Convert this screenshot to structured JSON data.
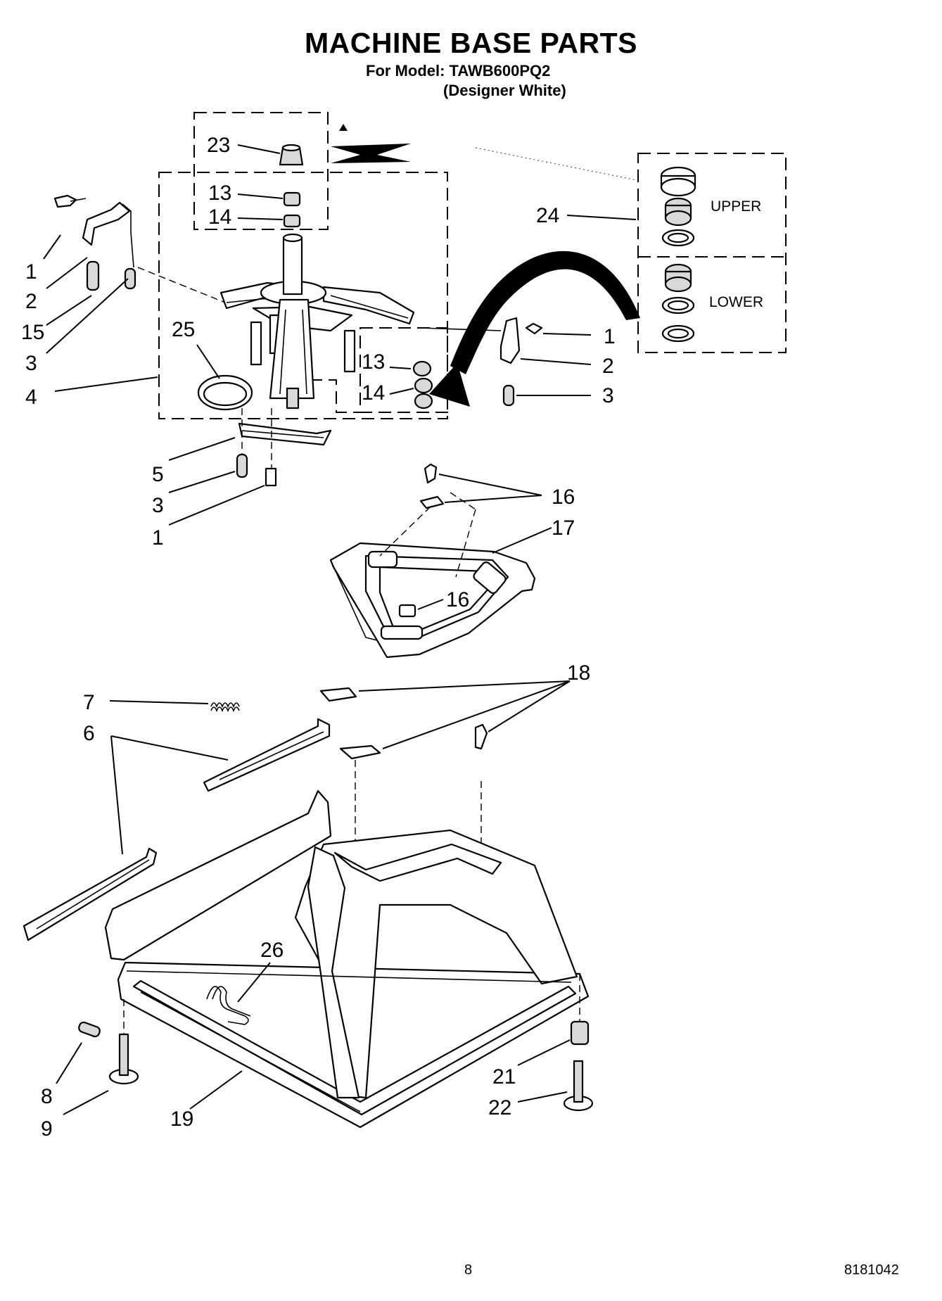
{
  "header": {
    "title": "MACHINE BASE PARTS",
    "model_line": "For Model: TAWB600PQ2",
    "color_line": "(Designer White)"
  },
  "kit_labels": {
    "upper": "UPPER",
    "lower": "LOWER"
  },
  "callouts": {
    "c1a": "1",
    "c2a": "2",
    "c15": "15",
    "c3a": "3",
    "c4": "4",
    "c25": "25",
    "c23": "23",
    "c13a": "13",
    "c14a": "14",
    "c24": "24",
    "c13b": "13",
    "c14b": "14",
    "c1b": "1",
    "c2b": "2",
    "c3b": "3",
    "c5": "5",
    "c3c": "3",
    "c1c": "1",
    "c16a": "16",
    "c17": "17",
    "c16b": "16",
    "c7": "7",
    "c6": "6",
    "c18": "18",
    "c26": "26",
    "c8": "8",
    "c9": "9",
    "c19": "19",
    "c21": "21",
    "c22": "22"
  },
  "footer": {
    "page_number": "8",
    "doc_number": "8181042"
  },
  "icons": {
    "direction_marker": "triangle-icon"
  }
}
